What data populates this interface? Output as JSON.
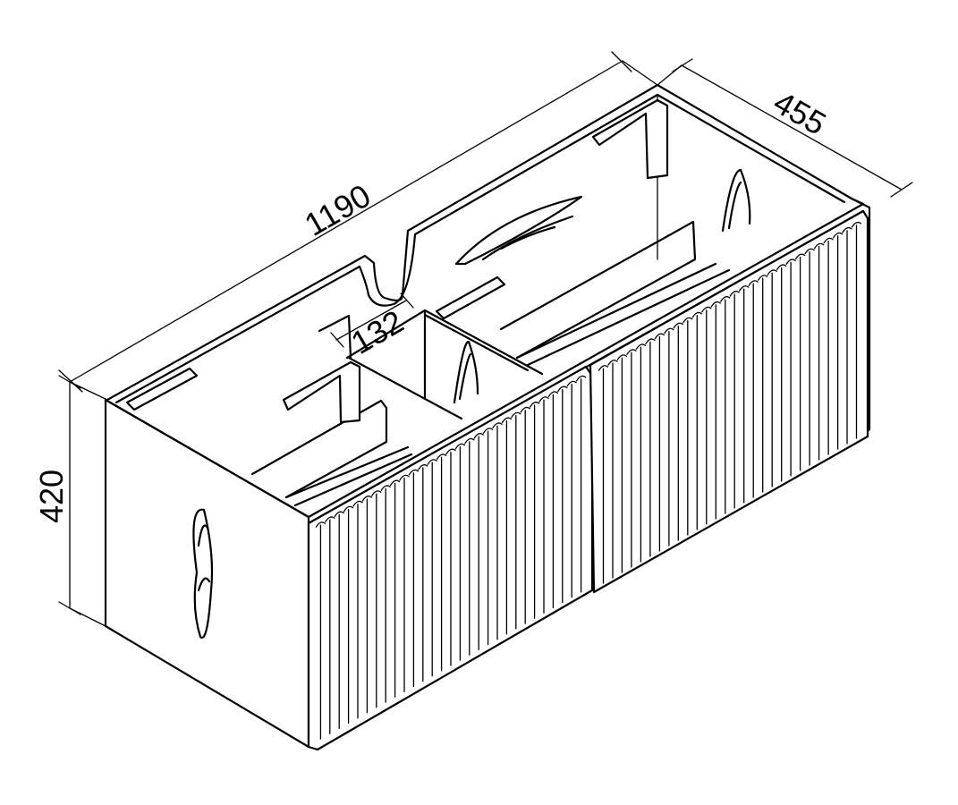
{
  "diagram": {
    "dimensions": {
      "width": "1190",
      "depth": "455",
      "height": "420",
      "inner_gap": "132"
    },
    "colors": {
      "line": "#000000",
      "background": "#ffffff"
    }
  }
}
